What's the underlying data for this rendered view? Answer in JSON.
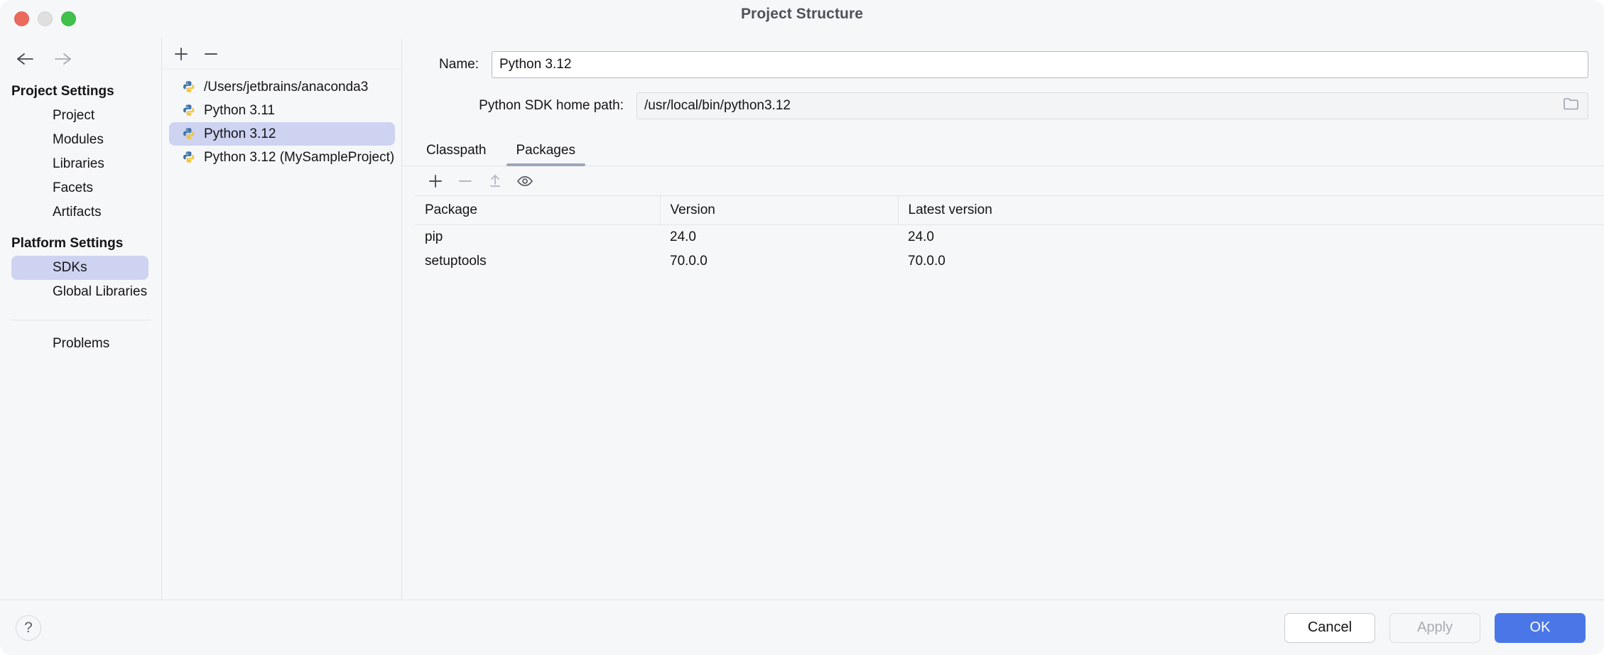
{
  "window": {
    "title": "Project Structure",
    "traffic_lights": [
      "close-red",
      "minimize-yellow",
      "maximize-green"
    ]
  },
  "nav": {
    "back_icon": "arrow-left-icon",
    "forward_icon": "arrow-right-icon"
  },
  "sidebar": {
    "groups": [
      {
        "title": "Project Settings",
        "items": [
          {
            "label": "Project",
            "selected": false
          },
          {
            "label": "Modules",
            "selected": false
          },
          {
            "label": "Libraries",
            "selected": false
          },
          {
            "label": "Facets",
            "selected": false
          },
          {
            "label": "Artifacts",
            "selected": false
          }
        ]
      },
      {
        "title": "Platform Settings",
        "items": [
          {
            "label": "SDKs",
            "selected": true
          },
          {
            "label": "Global Libraries",
            "selected": false
          }
        ]
      }
    ],
    "standalone": {
      "label": "Problems"
    },
    "selected_color": "#ced3f2"
  },
  "sdk_list": {
    "toolbar": [
      {
        "name": "add-sdk-button",
        "icon": "plus-icon",
        "enabled": true
      },
      {
        "name": "remove-sdk-button",
        "icon": "minus-icon",
        "enabled": true
      }
    ],
    "items": [
      {
        "label": "/Users/jetbrains/anaconda3",
        "icon": "python-icon",
        "selected": false
      },
      {
        "label": "Python 3.11",
        "icon": "python-icon",
        "selected": false
      },
      {
        "label": "Python 3.12",
        "icon": "python-icon",
        "selected": true
      },
      {
        "label": "Python 3.12 (MySampleProject)",
        "icon": "python-icon",
        "selected": false
      }
    ]
  },
  "detail": {
    "name_label": "Name:",
    "name_value": "Python 3.12",
    "path_label": "Python SDK home path:",
    "path_value": "/usr/local/bin/python3.12",
    "browse_icon": "folder-icon",
    "tabs": [
      {
        "label": "Classpath",
        "active": false
      },
      {
        "label": "Packages",
        "active": true
      }
    ],
    "packages_toolbar": [
      {
        "name": "install-package-button",
        "icon": "plus-icon",
        "enabled": true
      },
      {
        "name": "uninstall-package-button",
        "icon": "minus-icon",
        "enabled": false
      },
      {
        "name": "upgrade-package-button",
        "icon": "upload-arrow-icon",
        "enabled": false
      },
      {
        "name": "show-early-releases-button",
        "icon": "eye-icon",
        "enabled": true
      }
    ],
    "table": {
      "columns": [
        "Package",
        "Version",
        "Latest version"
      ],
      "rows": [
        [
          "pip",
          "24.0",
          "24.0"
        ],
        [
          "setuptools",
          "70.0.0",
          "70.0.0"
        ]
      ]
    }
  },
  "footer": {
    "help_label": "?",
    "cancel_label": "Cancel",
    "apply_label": "Apply",
    "ok_label": "OK",
    "primary_color": "#4a77e8"
  }
}
